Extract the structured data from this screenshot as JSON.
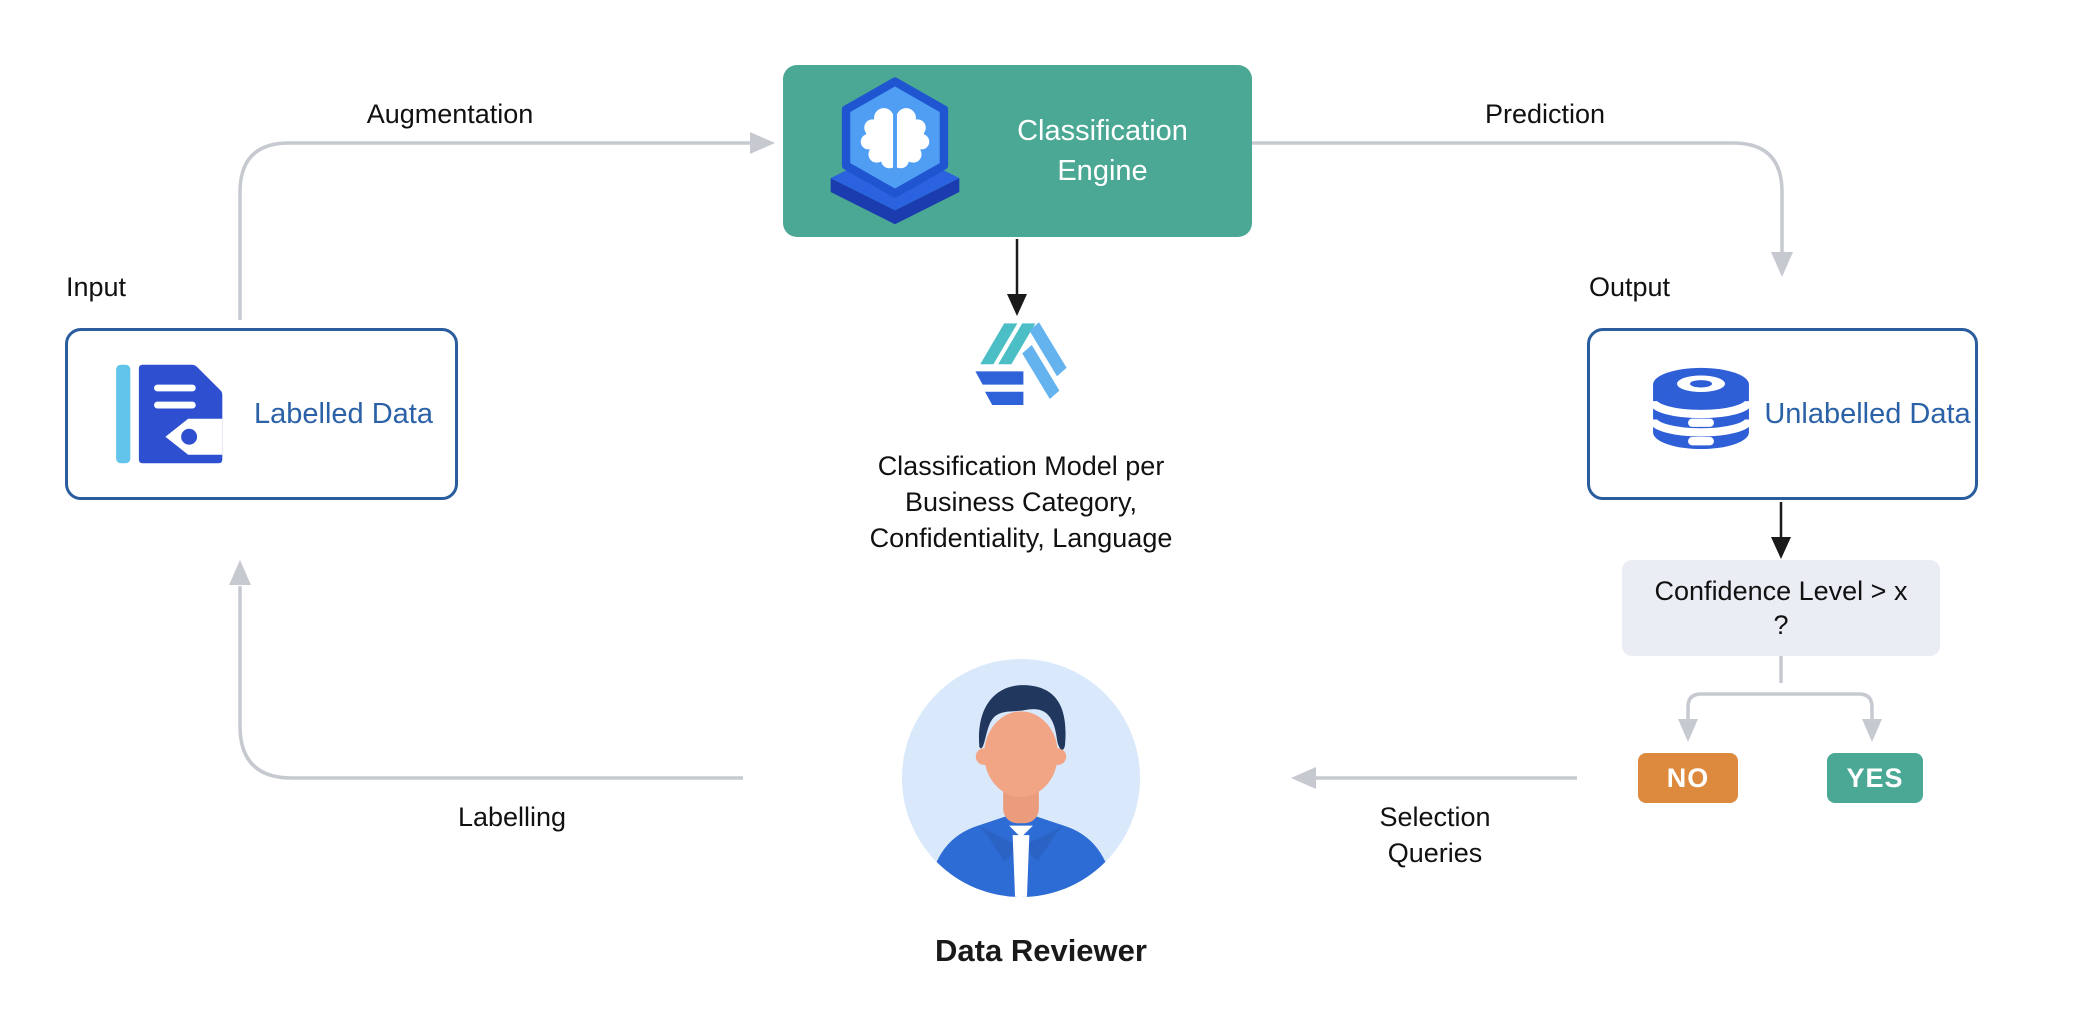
{
  "diagram": {
    "title_context": "Active learning classification loop",
    "colors": {
      "engine_teal": "#4aa894",
      "yes_teal": "#4aa894",
      "no_orange": "#dd8a3f",
      "node_border_blue": "#2a5d9e",
      "node_text_blue": "#2b62a7",
      "document_icon_blue": "#2e50d0",
      "document_spine_lightblue": "#62c4ea",
      "database_icon_blue": "#2f5fd7",
      "model_stripe_teal": "#4cbfc6",
      "model_stripe_blue": "#2f62d9",
      "model_stripe_lightblue": "#64b3ef",
      "confidence_bg": "#eaedf4",
      "arrow_gray": "#c6cad0",
      "arrow_black": "#1a1a1a",
      "avatar_bg": "#d9e9fb",
      "avatar_hair": "#22375e",
      "avatar_skin": "#f2a584",
      "avatar_shirt": "#2d6cd4"
    },
    "icons": {
      "labelled_data": "tagged-document-icon",
      "classification_engine": "brain-on-platform-icon",
      "unlabelled_data": "database-icon",
      "classification_model": "striped-hex-cube-icon",
      "data_reviewer": "person-avatar"
    },
    "nodes": {
      "input_label": "Input",
      "output_label": "Output",
      "labelled_data_title": "Labelled Data",
      "classification_engine_title": "Classification Engine",
      "unlabelled_data_title": "Unlabelled Data",
      "model_caption_lines": [
        "Classification Model per",
        "Business Category,",
        "Confidentiality, Language"
      ],
      "confidence_lines": [
        "Confidence Level > x",
        "?"
      ],
      "decision_no": "NO",
      "decision_yes": "YES",
      "data_reviewer_title": "Data Reviewer"
    },
    "edges": {
      "augmentation": "Augmentation",
      "prediction": "Prediction",
      "labelling": "Labelling",
      "selection_queries_lines": [
        "Selection",
        "Queries"
      ]
    }
  }
}
